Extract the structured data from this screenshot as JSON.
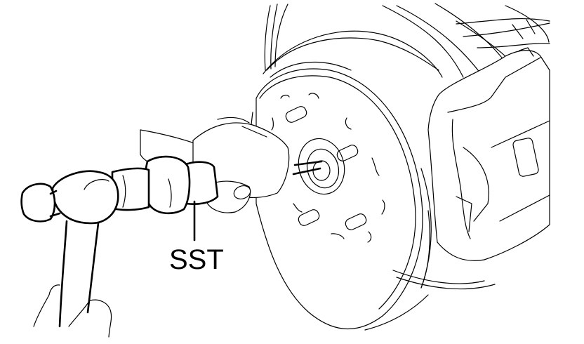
{
  "figure": {
    "description": "Service manual illustration: using SST with a hammer on the wheel hub / brake disc with caliper",
    "labels": [
      {
        "text": "SST",
        "target": "special-service-tool"
      }
    ],
    "colors": {
      "line": "#000000",
      "background": "#ffffff"
    }
  }
}
